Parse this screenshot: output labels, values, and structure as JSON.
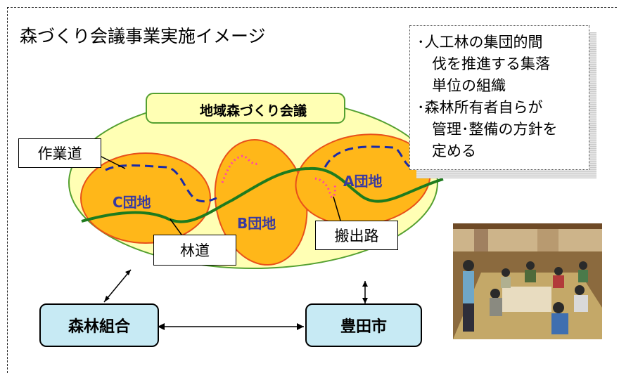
{
  "title": "森づくり会議事業実施イメージ",
  "council_label": "地域森づくり会議",
  "note_lines": [
    "･人工林の集団的間",
    "　伐を推進する集落",
    "　単位の組織",
    "･森林所有者自らが",
    "　管理･整備の方針を",
    "　定める"
  ],
  "callouts": {
    "sagyodo": "作業道",
    "rindo": "林道",
    "hanshutsuro": "搬出路"
  },
  "danchi": {
    "c": "C団地",
    "b": "B団地",
    "a": "A団地"
  },
  "organizations": {
    "forestry_coop": "森林組合",
    "toyota_city": "豊田市"
  },
  "colors": {
    "council_ellipse": "#ffffb4",
    "danchi_fill": "#ffb719",
    "danchi_stroke": "#e8501a",
    "forest_road": "#1e7b1e",
    "work_road": "#1a2aa8",
    "haul_road": "#ff3fb2",
    "org_fill": "#c7eaf4",
    "danchi_text": "#3a3aa0"
  }
}
